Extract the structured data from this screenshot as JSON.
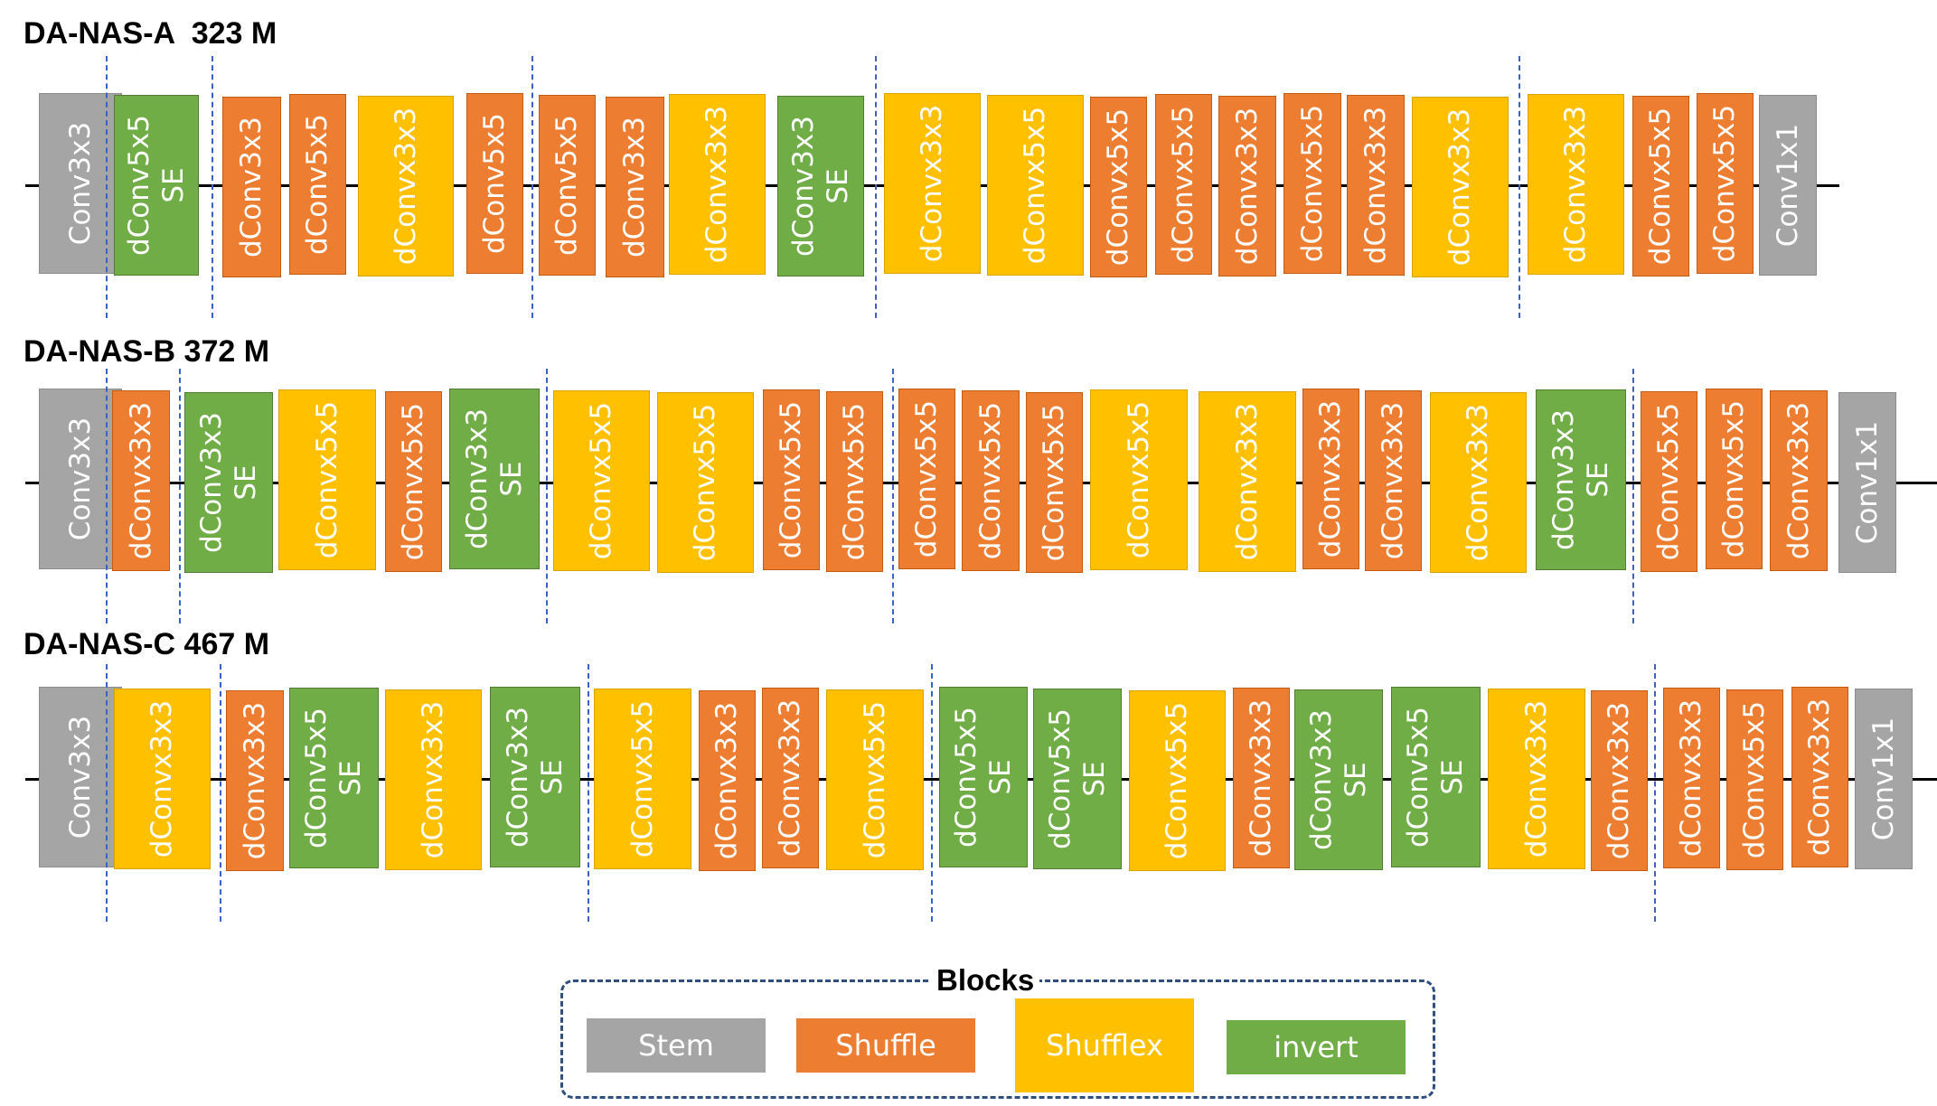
{
  "colors": {
    "stem": "#a5a5a5",
    "shuffle": "#ed7d31",
    "shufflex": "#ffc000",
    "invert": "#70ad47",
    "separator": "#3a63c4"
  },
  "rows": [
    {
      "title": "DA-NAS-A  323 M",
      "blocks": [
        {
          "type": "stem",
          "lines": [
            "Conv3x3"
          ]
        },
        {
          "type": "invert",
          "lines": [
            "dConv5x5",
            "SE"
          ]
        },
        {
          "type": "shuffle",
          "lines": [
            "dConv3x3"
          ]
        },
        {
          "type": "shuffle",
          "lines": [
            "dConv5x5"
          ]
        },
        {
          "type": "shufflex",
          "lines": [
            "dConvx3x3"
          ]
        },
        {
          "type": "shuffle",
          "lines": [
            "dConv5x5"
          ]
        },
        {
          "type": "shuffle",
          "lines": [
            "dConv5x5"
          ]
        },
        {
          "type": "shuffle",
          "lines": [
            "dConv3x3"
          ]
        },
        {
          "type": "shufflex",
          "lines": [
            "dConvx3x3"
          ]
        },
        {
          "type": "invert",
          "lines": [
            "dConv3x3",
            "SE"
          ]
        },
        {
          "type": "shufflex",
          "lines": [
            "dConvx3x3"
          ]
        },
        {
          "type": "shufflex",
          "lines": [
            "dConvx5x5"
          ]
        },
        {
          "type": "shuffle",
          "lines": [
            "dConvx5x5"
          ]
        },
        {
          "type": "shuffle",
          "lines": [
            "dConvx5x5"
          ]
        },
        {
          "type": "shuffle",
          "lines": [
            "dConvx3x3"
          ]
        },
        {
          "type": "shuffle",
          "lines": [
            "dConvx5x5"
          ]
        },
        {
          "type": "shuffle",
          "lines": [
            "dConvx3x3"
          ]
        },
        {
          "type": "shufflex",
          "lines": [
            "dConvx3x3"
          ]
        },
        {
          "type": "shufflex",
          "lines": [
            "dConvx3x3"
          ]
        },
        {
          "type": "shuffle",
          "lines": [
            "dConvx5x5"
          ]
        },
        {
          "type": "shuffle",
          "lines": [
            "dConvx5x5"
          ]
        },
        {
          "type": "stem",
          "lines": [
            "Conv1x1"
          ]
        }
      ]
    },
    {
      "title": "DA-NAS-B 372 M",
      "blocks": [
        {
          "type": "stem",
          "lines": [
            "Conv3x3"
          ]
        },
        {
          "type": "shuffle",
          "lines": [
            "dConvx3x3"
          ]
        },
        {
          "type": "invert",
          "lines": [
            "dConv3x3",
            "SE"
          ]
        },
        {
          "type": "shufflex",
          "lines": [
            "dConvx5x5"
          ]
        },
        {
          "type": "shuffle",
          "lines": [
            "dConvx5x5"
          ]
        },
        {
          "type": "invert",
          "lines": [
            "dConv3x3",
            "SE"
          ]
        },
        {
          "type": "shufflex",
          "lines": [
            "dConvx5x5"
          ]
        },
        {
          "type": "shufflex",
          "lines": [
            "dConvx5x5"
          ]
        },
        {
          "type": "shuffle",
          "lines": [
            "dConvx5x5"
          ]
        },
        {
          "type": "shuffle",
          "lines": [
            "dConvx5x5"
          ]
        },
        {
          "type": "shuffle",
          "lines": [
            "dConvx5x5"
          ]
        },
        {
          "type": "shuffle",
          "lines": [
            "dConvx5x5"
          ]
        },
        {
          "type": "shuffle",
          "lines": [
            "dConvx5x5"
          ]
        },
        {
          "type": "shufflex",
          "lines": [
            "dConvx5x5"
          ]
        },
        {
          "type": "shufflex",
          "lines": [
            "dConvx3x3"
          ]
        },
        {
          "type": "shuffle",
          "lines": [
            "dConvx3x3"
          ]
        },
        {
          "type": "shuffle",
          "lines": [
            "dConvx3x3"
          ]
        },
        {
          "type": "shufflex",
          "lines": [
            "dConvx3x3"
          ]
        },
        {
          "type": "invert",
          "lines": [
            "dConv3x3",
            "SE"
          ]
        },
        {
          "type": "shuffle",
          "lines": [
            "dConvx5x5"
          ]
        },
        {
          "type": "shuffle",
          "lines": [
            "dConvx5x5"
          ]
        },
        {
          "type": "shuffle",
          "lines": [
            "dConvx3x3"
          ]
        },
        {
          "type": "stem",
          "lines": [
            "Conv1x1"
          ]
        }
      ]
    },
    {
      "title": "DA-NAS-C 467 M",
      "blocks": [
        {
          "type": "stem",
          "lines": [
            "Conv3x3"
          ]
        },
        {
          "type": "shufflex",
          "lines": [
            "dConvx3x3"
          ]
        },
        {
          "type": "shuffle",
          "lines": [
            "dConvx3x3"
          ]
        },
        {
          "type": "invert",
          "lines": [
            "dConv5x5",
            "SE"
          ]
        },
        {
          "type": "shufflex",
          "lines": [
            "dConvx3x3"
          ]
        },
        {
          "type": "invert",
          "lines": [
            "dConv3x3",
            "SE"
          ]
        },
        {
          "type": "shufflex",
          "lines": [
            "dConvx5x5"
          ]
        },
        {
          "type": "shuffle",
          "lines": [
            "dConvx3x3"
          ]
        },
        {
          "type": "shuffle",
          "lines": [
            "dConvx3x3"
          ]
        },
        {
          "type": "shufflex",
          "lines": [
            "dConvx5x5"
          ]
        },
        {
          "type": "invert",
          "lines": [
            "dConv5x5",
            "SE"
          ]
        },
        {
          "type": "invert",
          "lines": [
            "dConv5x5",
            "SE"
          ]
        },
        {
          "type": "shufflex",
          "lines": [
            "dConvx5x5"
          ]
        },
        {
          "type": "shuffle",
          "lines": [
            "dConvx3x3"
          ]
        },
        {
          "type": "invert",
          "lines": [
            "dConv3x3",
            "SE"
          ]
        },
        {
          "type": "invert",
          "lines": [
            "dConv5x5",
            "SE"
          ]
        },
        {
          "type": "shufflex",
          "lines": [
            "dConvx3x3"
          ]
        },
        {
          "type": "shuffle",
          "lines": [
            "dConvx3x3"
          ]
        },
        {
          "type": "shuffle",
          "lines": [
            "dConvx3x3"
          ]
        },
        {
          "type": "shuffle",
          "lines": [
            "dConvx5x5"
          ]
        },
        {
          "type": "shuffle",
          "lines": [
            "dConvx3x3"
          ]
        },
        {
          "type": "stem",
          "lines": [
            "Conv1x1"
          ]
        }
      ]
    }
  ],
  "legend": {
    "title": "Blocks",
    "items": [
      {
        "type": "stem",
        "label": "Stem"
      },
      {
        "type": "shuffle",
        "label": "Shuffle"
      },
      {
        "type": "shufflex",
        "label": "Shufflex"
      },
      {
        "type": "invert",
        "label": "invert"
      }
    ]
  }
}
